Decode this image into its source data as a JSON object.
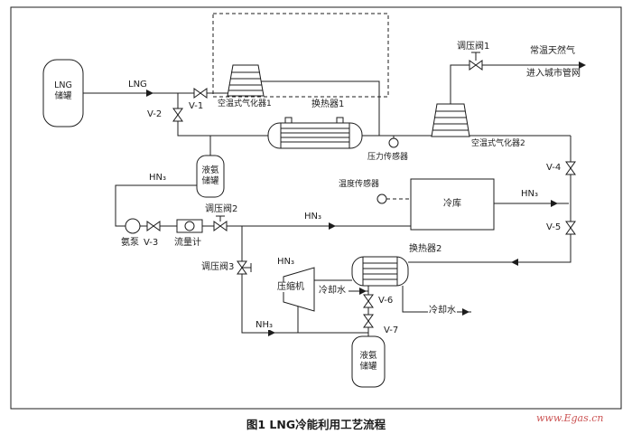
{
  "caption": "图1 LNG冷能利用工艺流程",
  "watermark": "www.Egas.cn",
  "labels": {
    "lng_stream": "LNG",
    "v1": "V-1",
    "v2": "V-2",
    "v3": "V-3",
    "v4": "V-4",
    "v5": "V-5",
    "v6": "V-6",
    "v7": "V-7",
    "reg1": "调压阀1",
    "reg2": "调压阀2",
    "reg3": "调压阀3",
    "vaporizer1": "空温式气化器1",
    "vaporizer2": "空温式气化器2",
    "hx1": "换热器1",
    "hx2": "换热器2",
    "pressure_sensor": "压力传感器",
    "temperature_sensor": "温度传感器",
    "cold_storage": "冷库",
    "pump": "氨泵",
    "flow_meter": "流量计",
    "compressor": "压缩机",
    "cooling_water_in": "冷却水",
    "cooling_water_out": "冷却水",
    "hn3_pump_line": "HN₃",
    "hn3_cold_in": "HN₃",
    "hn3_compressor": "HN₃",
    "hn3_cold_out": "HN₃",
    "nh3_line": "NH₃",
    "ng_product_1": "常温天然气",
    "ng_product_2": "进入城市管网"
  },
  "tanks": {
    "lng_tank": {
      "line1": "LNG",
      "line2": "储罐"
    },
    "ammonia_tank_top": {
      "line1": "液氨",
      "line2": "储罐"
    },
    "ammonia_tank_bottom": {
      "line1": "液氨",
      "line2": "储罐"
    }
  },
  "colors": {
    "line": "#1c1c1c",
    "watermark": "#cc5555",
    "background": "#ffffff"
  }
}
